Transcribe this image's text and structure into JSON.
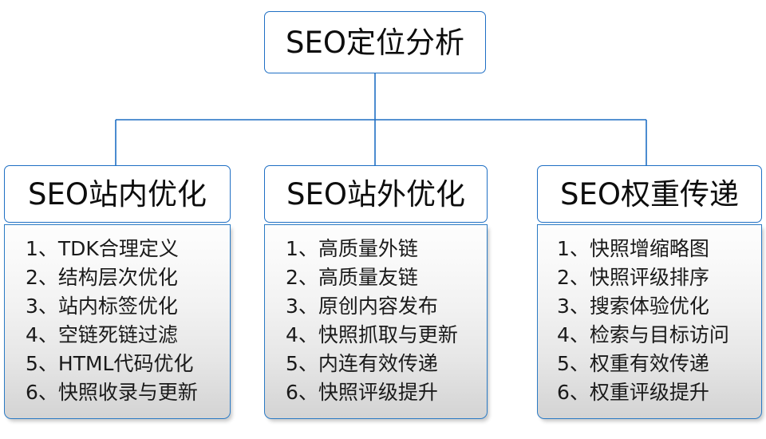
{
  "diagram": {
    "type": "org-tree",
    "root": {
      "title": "SEO定位分析"
    },
    "accent_color": "#1f6fc4",
    "connector_color": "#1f6fc4",
    "text_color": "#0d0d0d",
    "branches": [
      {
        "title": "SEO站内优化",
        "items": [
          "1、TDK合理定义",
          "2、结构层次优化",
          "3、站内标签优化",
          "4、空链死链过滤",
          "5、HTML代码优化",
          "6、快照收录与更新"
        ]
      },
      {
        "title": "SEO站外优化",
        "items": [
          "1、高质量外链",
          "2、高质量友链",
          "3、原创内容发布",
          "4、快照抓取与更新",
          "5、内连有效传递",
          "6、快照评级提升"
        ]
      },
      {
        "title": "SEO权重传递",
        "items": [
          "1、快照增缩略图",
          "2、快照评级排序",
          "3、搜索体验优化",
          "4、检索与目标访问",
          "5、权重有效传递",
          "6、权重评级提升"
        ]
      }
    ]
  }
}
